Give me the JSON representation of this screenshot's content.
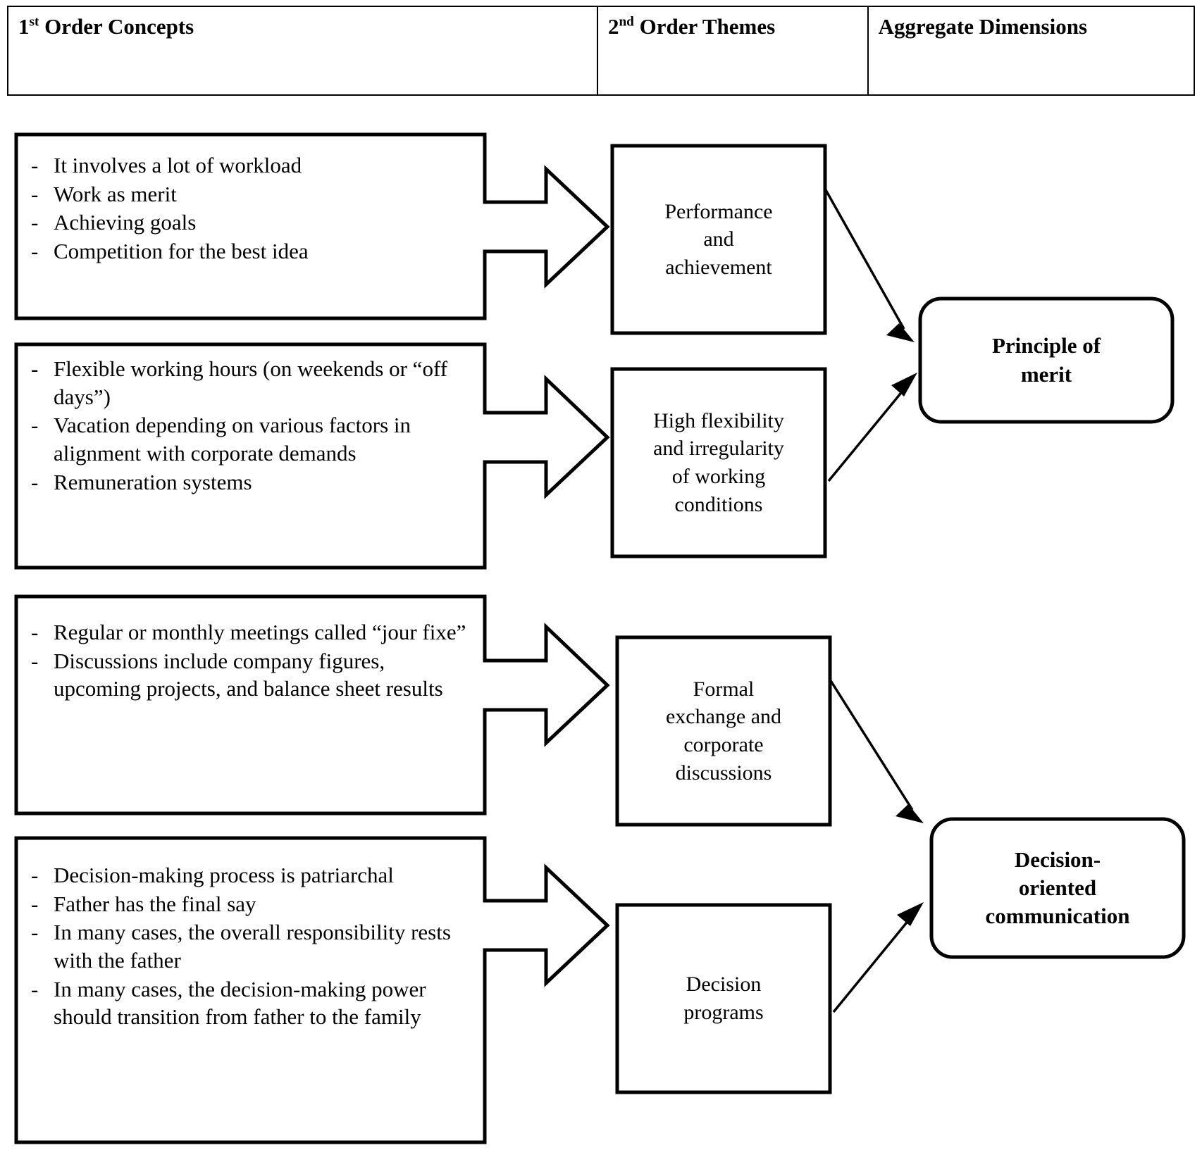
{
  "header": {
    "columns": [
      {
        "prefix": "1",
        "sup": "st",
        "rest": " Order Concepts"
      },
      {
        "prefix": "2",
        "sup": "nd",
        "rest": " Order Themes"
      },
      {
        "prefix": "",
        "sup": "",
        "rest": "Aggregate Dimensions"
      }
    ]
  },
  "first_order_concepts": [
    {
      "id": "performance-concepts",
      "bullets": [
        "It involves a lot of workload",
        "Work as merit",
        "Achieving goals",
        "Competition for the best idea"
      ]
    },
    {
      "id": "flexibility-concepts",
      "bullets": [
        "Flexible working hours (on weekends or “off days”)",
        "Vacation depending on various factors in alignment with corporate demands",
        "Remuneration systems"
      ]
    },
    {
      "id": "formal-exchange-concepts",
      "bullets": [
        "Regular or monthly meetings called “jour fixe”",
        "Discussions include company figures, upcoming projects, and balance sheet results"
      ]
    },
    {
      "id": "decision-programs-concepts",
      "bullets": [
        "Decision-making process is patriarchal",
        "Father has the final say",
        "In many cases, the overall responsibility rests with the father",
        "In many cases, the decision-making power should transition from father to the family"
      ]
    }
  ],
  "second_order_themes": [
    {
      "id": "performance-and-achievement",
      "lines": [
        "Performance",
        "and",
        "achievement"
      ]
    },
    {
      "id": "high-flexibility",
      "lines": [
        "High flexibility",
        "and irregularity",
        "of working",
        "conditions"
      ]
    },
    {
      "id": "formal-exchange",
      "lines": [
        "Formal",
        "exchange and",
        "corporate",
        "discussions"
      ]
    },
    {
      "id": "decision-programs",
      "lines": [
        "Decision",
        "programs"
      ]
    }
  ],
  "aggregate_dimensions": [
    {
      "id": "principle-of-merit",
      "lines": [
        "Principle of",
        "merit"
      ]
    },
    {
      "id": "decision-oriented-communication",
      "lines": [
        "Decision-",
        "oriented",
        "communication"
      ]
    }
  ],
  "colors": {
    "stroke": "#000000",
    "background": "#ffffff",
    "text": "#000000"
  }
}
